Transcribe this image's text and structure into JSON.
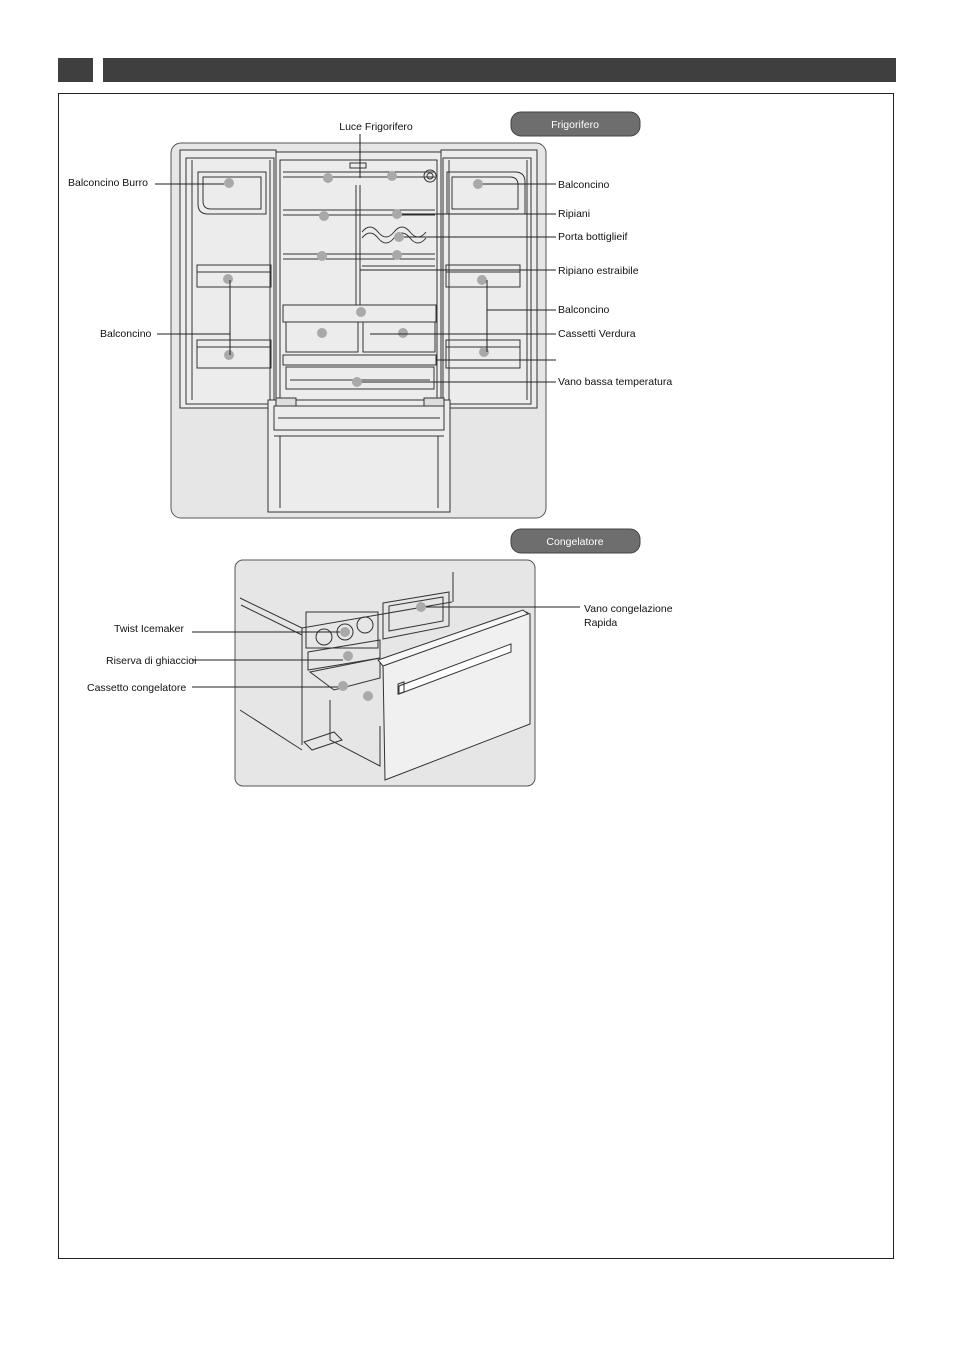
{
  "badges": {
    "fridge": "Frigorifero",
    "freezer": "Congelatore"
  },
  "fridge_labels": {
    "light": "Luce Frigorifero",
    "butter": "Balconcino Burro",
    "door_bin_right_top": "Balconcino",
    "shelves": "Ripiani",
    "bottle_rack": "Porta bottiglieif",
    "pullout_shelf": "Ripiano estraibile",
    "door_bin_right_mid": "Balconcino",
    "door_bin_left": "Balconcino",
    "veg_drawers": "Cassetti Verdura",
    "low_temp": "Vano bassa temperatura"
  },
  "freezer_labels": {
    "icemaker": "Twist Icemaker",
    "ice_bin": "Riserva di ghiaccioi",
    "drawer": "Cassetto congelatore",
    "quick_freeze_1": "Vano congelazione",
    "quick_freeze_2": "Rapida"
  },
  "colors": {
    "header_bar": "#3f3f3f",
    "panel_bg": "#e6e6e6",
    "pill": "#6e6e6e",
    "marker": "#a9a9a9"
  }
}
